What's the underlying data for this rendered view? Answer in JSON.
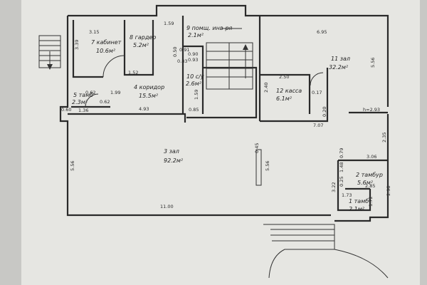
{
  "rooms": [
    {
      "num": "7",
      "name": "кабинет",
      "area": "10.6м²"
    },
    {
      "num": "8",
      "name": "гардер",
      "area": "5.2м²"
    },
    {
      "num": "9",
      "name": "помщ. инв-ря",
      "area": "2.1м²"
    },
    {
      "num": "10",
      "name": "с/у",
      "area": "2.6м²"
    },
    {
      "num": "11",
      "name": "зал",
      "area": "32.2м²"
    },
    {
      "num": "12",
      "name": "касса",
      "area": "6.1м²"
    },
    {
      "num": "5",
      "name": "тамб",
      "area": "2.3м²"
    },
    {
      "num": "4",
      "name": "коридор",
      "area": "15.5м²"
    },
    {
      "num": "3",
      "name": "зал",
      "area": "92.2м²"
    },
    {
      "num": "2",
      "name": "тамбур",
      "area": "5.6м²"
    },
    {
      "num": "1",
      "name": "тамб",
      "area": "2.1м²"
    }
  ],
  "dimensions": [
    "3.15",
    "3.39",
    "1.59",
    "0.50",
    "0.90",
    "6.95",
    "5.56",
    "2.50",
    "2.40",
    "0.17",
    "1.52",
    "1.99",
    "1.36",
    "4.93",
    "0.60",
    "0.62",
    "5.56",
    "11.00",
    "7.07",
    "2.35",
    "3.06",
    "2.85",
    "1.48",
    "3.22",
    "1.73",
    "1.72",
    "2.98",
    "5.56",
    "h=2.93",
    "0.85",
    "1.59",
    "0.83",
    "0.20",
    "0.45",
    "0.93",
    "0.25",
    "0.91",
    "0.79",
    "0.62"
  ]
}
